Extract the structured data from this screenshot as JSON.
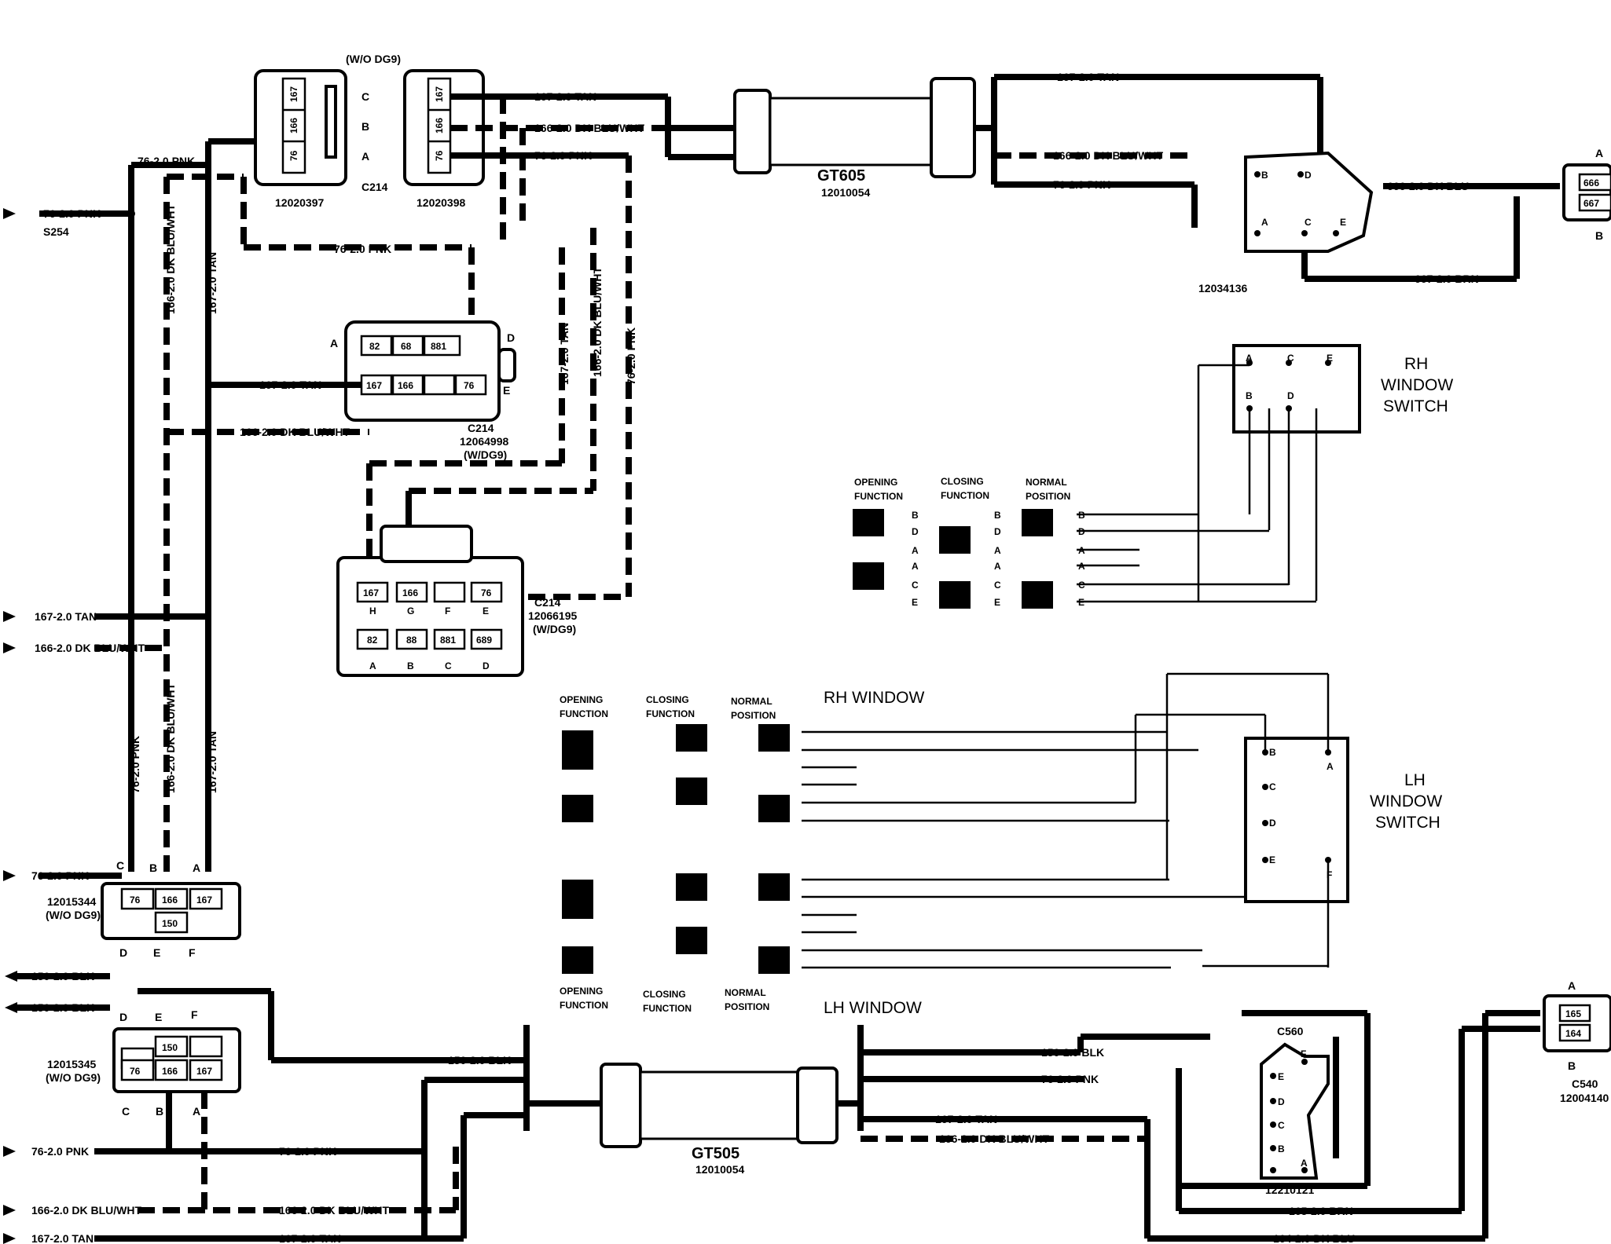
{
  "wires": {
    "w76_pnk": "76-2.0 PNK",
    "w166_blu_wht": "166-2.0 DK BLU/WHT",
    "w167_tan": "167-2.0 TAN",
    "w150_blk": "150-2.0 BLK",
    "w666_blu": "666-2.0 DK BLU",
    "w667_brn": "667-2.0 BRN",
    "w165_brn": "165-2.0 BRN",
    "w164_blu": "164-2.0 DK BLU"
  },
  "splice": "S254",
  "connectors": {
    "wo_dg9": "(W/O DG9)",
    "w_dg9": "(W/DG9)",
    "c214": "C214",
    "p12020397": "12020397",
    "p12020398": "12020398",
    "p12064998": "12064998",
    "p12066195": "12066195",
    "p12015344": "12015344",
    "p12015345": "12015345",
    "p12034136": "12034136",
    "p12210121": "12210121",
    "c560": "C560",
    "c540": "C540",
    "p12004140": "12004140",
    "cav_76": "76",
    "cav_166": "166",
    "cav_167": "167",
    "cav_150": "150",
    "cav_82": "82",
    "cav_88": "88",
    "cav_68": "68",
    "cav_881": "881",
    "cav_689": "689",
    "cav_666": "666",
    "cav_667": "667",
    "cav_165": "165",
    "cav_164": "164"
  },
  "grommets": {
    "gt605": "GT605",
    "gt605_part": "12010054",
    "gt505": "GT505",
    "gt505_part": "12010054"
  },
  "titles": {
    "rh_window_switch": [
      "RH",
      "WINDOW",
      "SWITCH"
    ],
    "lh_window_switch": [
      "LH",
      "WINDOW",
      "SWITCH"
    ],
    "rh_window": "RH WINDOW",
    "lh_window": "LH WINDOW"
  },
  "function_headers": {
    "opening": [
      "OPENING",
      "FUNCTION"
    ],
    "closing": [
      "CLOSING",
      "FUNCTION"
    ],
    "normal": [
      "NORMAL",
      "POSITION"
    ]
  },
  "pin_letters": {
    "A": "A",
    "B": "B",
    "C": "C",
    "D": "D",
    "E": "E",
    "F": "F",
    "G": "G",
    "H": "H"
  }
}
